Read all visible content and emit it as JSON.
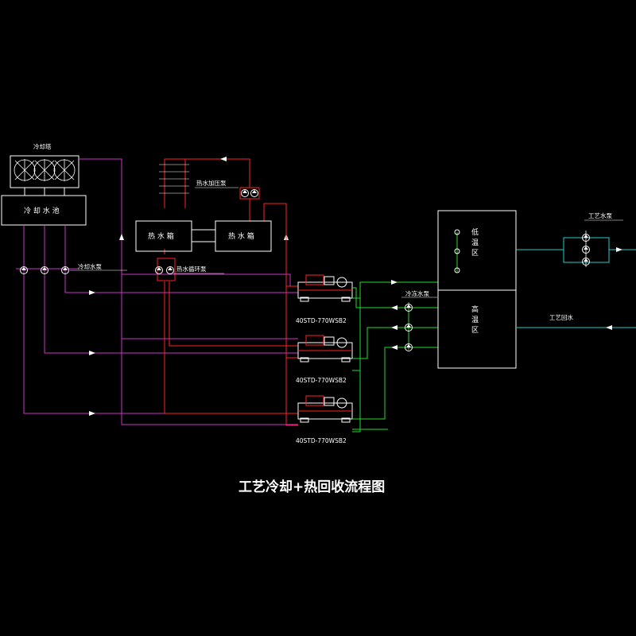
{
  "diagram": {
    "title": "工艺冷却+热回收流程图",
    "labels": {
      "cooling_tower": "冷却塔",
      "cooling_pool": "冷 却 水 池",
      "cooling_pump": "冷却水泵",
      "hot_tank_left": "热 水 箱",
      "hot_tank_right": "热 水 箱",
      "hot_booster_pump": "热水加压泵",
      "hot_circ_pump": "热水循环泵",
      "chiller_1": "40STD-770WSB2",
      "chiller_2": "40STD-770WSB2",
      "chiller_3": "40STD-770WSB2",
      "chilled_pump": "冷冻水泵",
      "low_temp_zone_1": "低",
      "low_temp_zone_2": "温",
      "low_temp_zone_3": "区",
      "high_temp_zone_1": "高",
      "high_temp_zone_2": "温",
      "high_temp_zone_3": "区",
      "process_pump": "工艺水泵",
      "process_return": "工艺回水"
    },
    "colors": {
      "background": "#000000",
      "cooling_water": "#cc33cc",
      "hot_water": "#ff2222",
      "chilled_water": "#22dd22",
      "process_water": "#22cccc",
      "equipment": "#ffffff"
    },
    "icons": [
      "fan-icon",
      "pump-icon",
      "valve-icon",
      "chiller-icon",
      "flow-arrow-icon"
    ]
  }
}
